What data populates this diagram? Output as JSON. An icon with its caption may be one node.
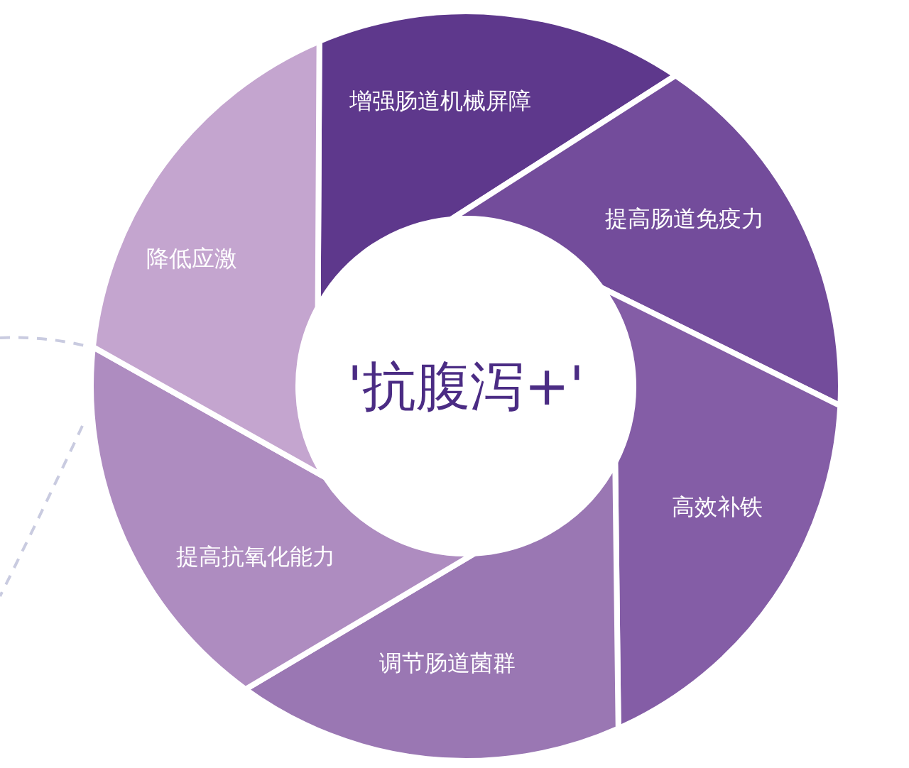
{
  "diagram": {
    "nodes": [
      {
        "text": [
          "增强肠道机械屏障"
        ]
      },
      {
        "text": [
          "提高肠道免疫力"
        ]
      },
      {
        "text": [
          "高效补铁"
        ]
      },
      {
        "text": [
          "调节肠道菌群"
        ]
      },
      {
        "text": [
          "提高抗氧化能力"
        ]
      },
      {
        "text": [
          "降低应激"
        ]
      },
      {
        "text": [
          "'抗腹泻+'"
        ]
      }
    ]
  }
}
